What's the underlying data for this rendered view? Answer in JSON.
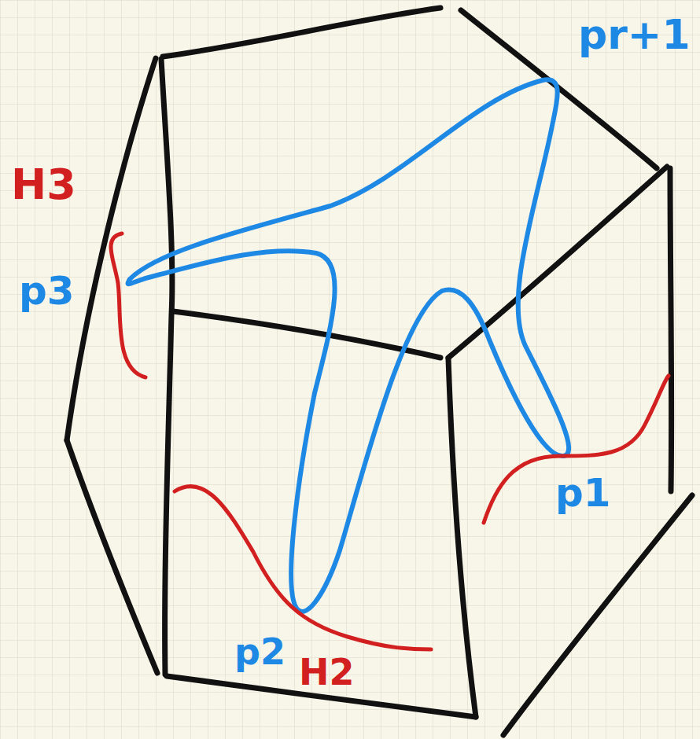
{
  "diagram": {
    "labels": [
      "pr+1",
      "H3",
      "p3",
      "p1",
      "p2",
      "H2"
    ]
  }
}
